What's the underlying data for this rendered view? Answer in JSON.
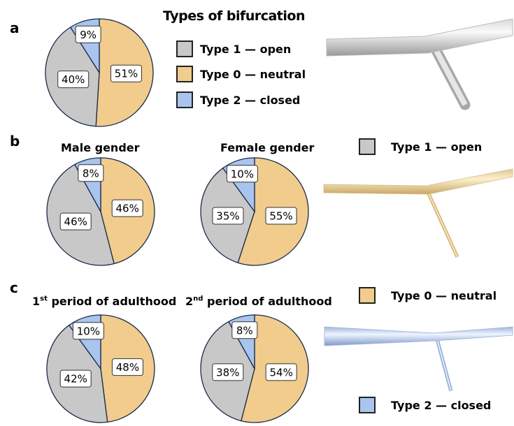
{
  "colors": {
    "open": "#c8c8c8",
    "neutral": "#f1cc8c",
    "closed": "#a9c4ee"
  },
  "title": "Types of bifurcation",
  "legend": [
    {
      "key": "open",
      "label": "Type 1 — open"
    },
    {
      "key": "neutral",
      "label": "Type 0 — neutral"
    },
    {
      "key": "closed",
      "label": "Type 2 — closed"
    }
  ],
  "panels": {
    "a": "a",
    "b": "b",
    "c": "c"
  },
  "chart_data": [
    {
      "type": "pie",
      "panel": "a",
      "title": "",
      "slices": [
        {
          "key": "neutral",
          "value": 51,
          "label": "51%"
        },
        {
          "key": "open",
          "value": 40,
          "label": "40%"
        },
        {
          "key": "closed",
          "value": 9,
          "label": "9%"
        }
      ]
    },
    {
      "type": "pie",
      "panel": "b",
      "title": "Male gender",
      "slices": [
        {
          "key": "neutral",
          "value": 46,
          "label": "46%"
        },
        {
          "key": "open",
          "value": 46,
          "label": "46%"
        },
        {
          "key": "closed",
          "value": 8,
          "label": "8%"
        }
      ]
    },
    {
      "type": "pie",
      "panel": "b",
      "title": "Female gender",
      "slices": [
        {
          "key": "neutral",
          "value": 55,
          "label": "55%"
        },
        {
          "key": "open",
          "value": 35,
          "label": "35%"
        },
        {
          "key": "closed",
          "value": 10,
          "label": "10%"
        }
      ]
    },
    {
      "type": "pie",
      "panel": "c",
      "title_base": "1",
      "title_sup": "st",
      "title_rest": " period of adulthood",
      "slices": [
        {
          "key": "neutral",
          "value": 48,
          "label": "48%"
        },
        {
          "key": "open",
          "value": 42,
          "label": "42%"
        },
        {
          "key": "closed",
          "value": 10,
          "label": "10%"
        }
      ]
    },
    {
      "type": "pie",
      "panel": "c",
      "title_base": "2",
      "title_sup": "nd",
      "title_rest": " period of adulthood",
      "slices": [
        {
          "key": "neutral",
          "value": 54,
          "label": "54%"
        },
        {
          "key": "open",
          "value": 38,
          "label": "38%"
        },
        {
          "key": "closed",
          "value": 8,
          "label": "8%"
        }
      ]
    }
  ]
}
